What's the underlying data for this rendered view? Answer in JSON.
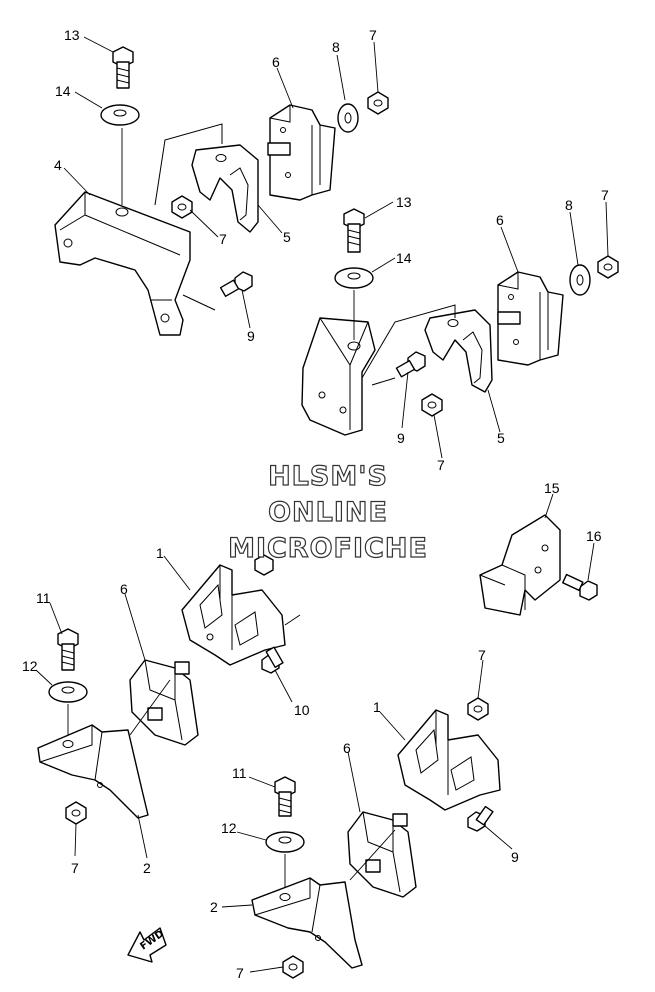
{
  "watermark": {
    "line1": "HLSM'S",
    "line2": "ONLINE",
    "line3": "MICROFICHE"
  },
  "direction_arrow": {
    "label": "FWD"
  },
  "callouts": {
    "c13_top": "13",
    "c14_top": "14",
    "c6_top": "6",
    "c8_top": "8",
    "c7_top": "7",
    "c4": "4",
    "c7_mid_left": "7",
    "c5_left": "5",
    "c9_left": "9",
    "c13_mid": "13",
    "c14_mid": "14",
    "c6_right": "6",
    "c8_right": "8",
    "c7_right": "7",
    "c9_mid": "9",
    "c5_right": "5",
    "c7_mid": "7",
    "c15": "15",
    "c16": "16",
    "c1_left": "1",
    "c6_lower_left": "6",
    "c11_left": "11",
    "c12_left": "12",
    "c10": "10",
    "c7_lower_left": "7",
    "c2_left": "2",
    "c7_lower_right": "7",
    "c1_right": "1",
    "c6_lower_right": "6",
    "c11_right": "11",
    "c12_right": "12",
    "c9_lower_right": "9",
    "c2_right": "2",
    "c7_bottom": "7"
  }
}
